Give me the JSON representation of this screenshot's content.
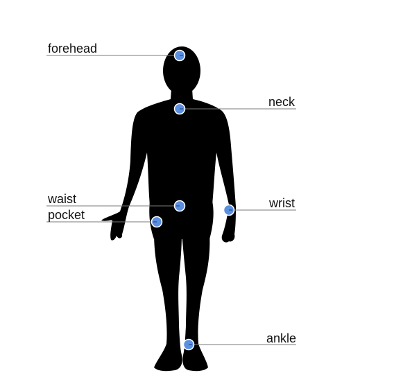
{
  "labels": {
    "forehead": "forehead",
    "neck": "neck",
    "waist": "waist",
    "pocket": "pocket",
    "wrist": "wrist",
    "ankle": "ankle"
  },
  "colors": {
    "silhouette": "#000000",
    "leader_line": "#7a7a7a",
    "marker_fill": "#5b8fe0",
    "marker_stroke": "#ffffff",
    "text": "#111111"
  }
}
